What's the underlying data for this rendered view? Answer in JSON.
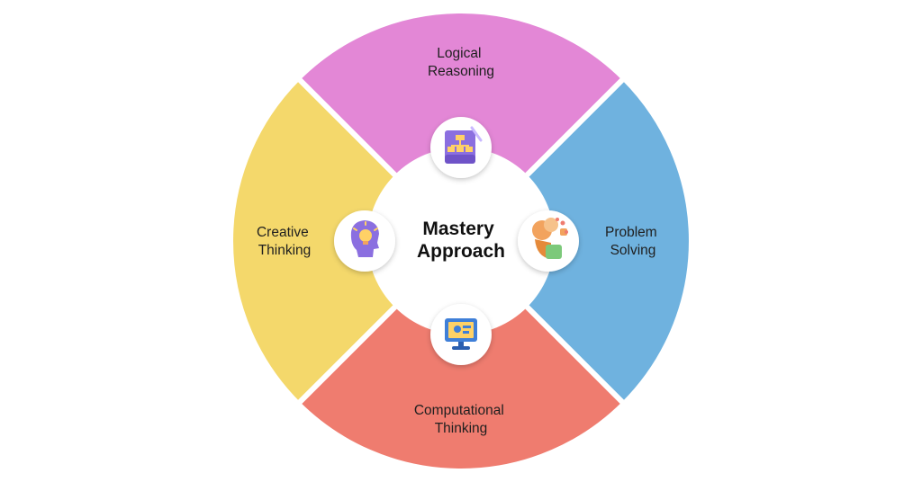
{
  "center": {
    "line1": "Mastery",
    "line2": "Approach"
  },
  "segments": [
    {
      "line1": "Logical",
      "line2": "Reasoning",
      "color": "#e387d6",
      "icon": "flowchart-icon"
    },
    {
      "line1": "Problem",
      "line2": "Solving",
      "color": "#6fb2df",
      "icon": "puzzle-head-icon"
    },
    {
      "line1": "Computational",
      "line2": "Thinking",
      "color": "#ef7c6f",
      "icon": "computer-monitor-icon"
    },
    {
      "line1": "Creative",
      "line2": "Thinking",
      "color": "#f4d86b",
      "icon": "lightbulb-head-icon"
    }
  ]
}
